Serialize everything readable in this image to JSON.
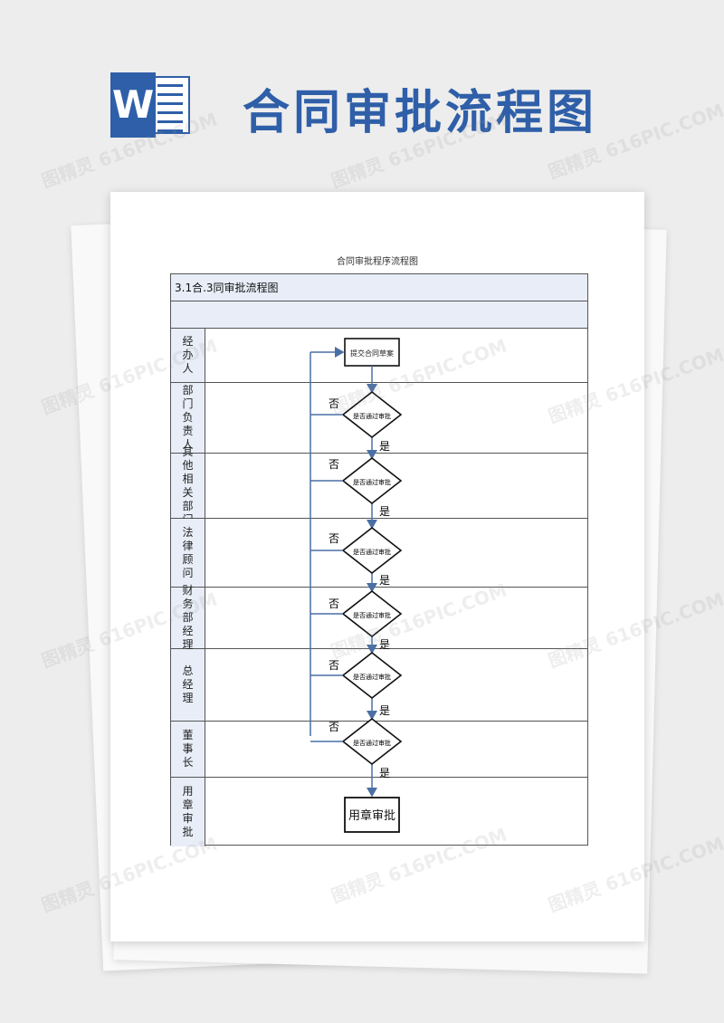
{
  "header": {
    "logo_letter": "W",
    "title": "合同审批流程图"
  },
  "document": {
    "caption": "合同审批程序流程图",
    "table_title": "3.1合.3同审批流程图",
    "lanes": [
      "经办人",
      "部门负责人",
      "其他相关部门",
      "法律顾问",
      "财务部经理",
      "总经理",
      "董事长",
      "用章审批"
    ],
    "start_box": "提交合同草案",
    "decision_label": "是否通过审批",
    "yes_label": "是",
    "no_label": "否",
    "end_box": "用章审批"
  },
  "watermark": "图精灵 616PIC.COM",
  "colors": {
    "brand": "#2f5fa8",
    "shaded": "#e8edf8",
    "arrow": "#4a6fa5"
  }
}
